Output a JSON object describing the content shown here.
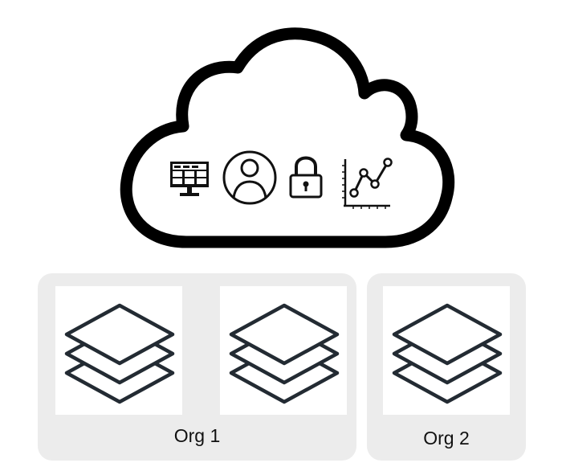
{
  "cloud": {
    "icons": [
      "monitor-dashboard-icon",
      "user-circle-icon",
      "padlock-icon",
      "line-chart-icon"
    ],
    "stroke_color": "#000000"
  },
  "orgs": [
    {
      "label": "Org 1",
      "stacks": 2,
      "icon": "layers-icon"
    },
    {
      "label": "Org 2",
      "stacks": 1,
      "icon": "layers-icon"
    }
  ],
  "colors": {
    "panel": "#ececec",
    "tile": "#ffffff",
    "layers_stroke": "#232b33"
  }
}
